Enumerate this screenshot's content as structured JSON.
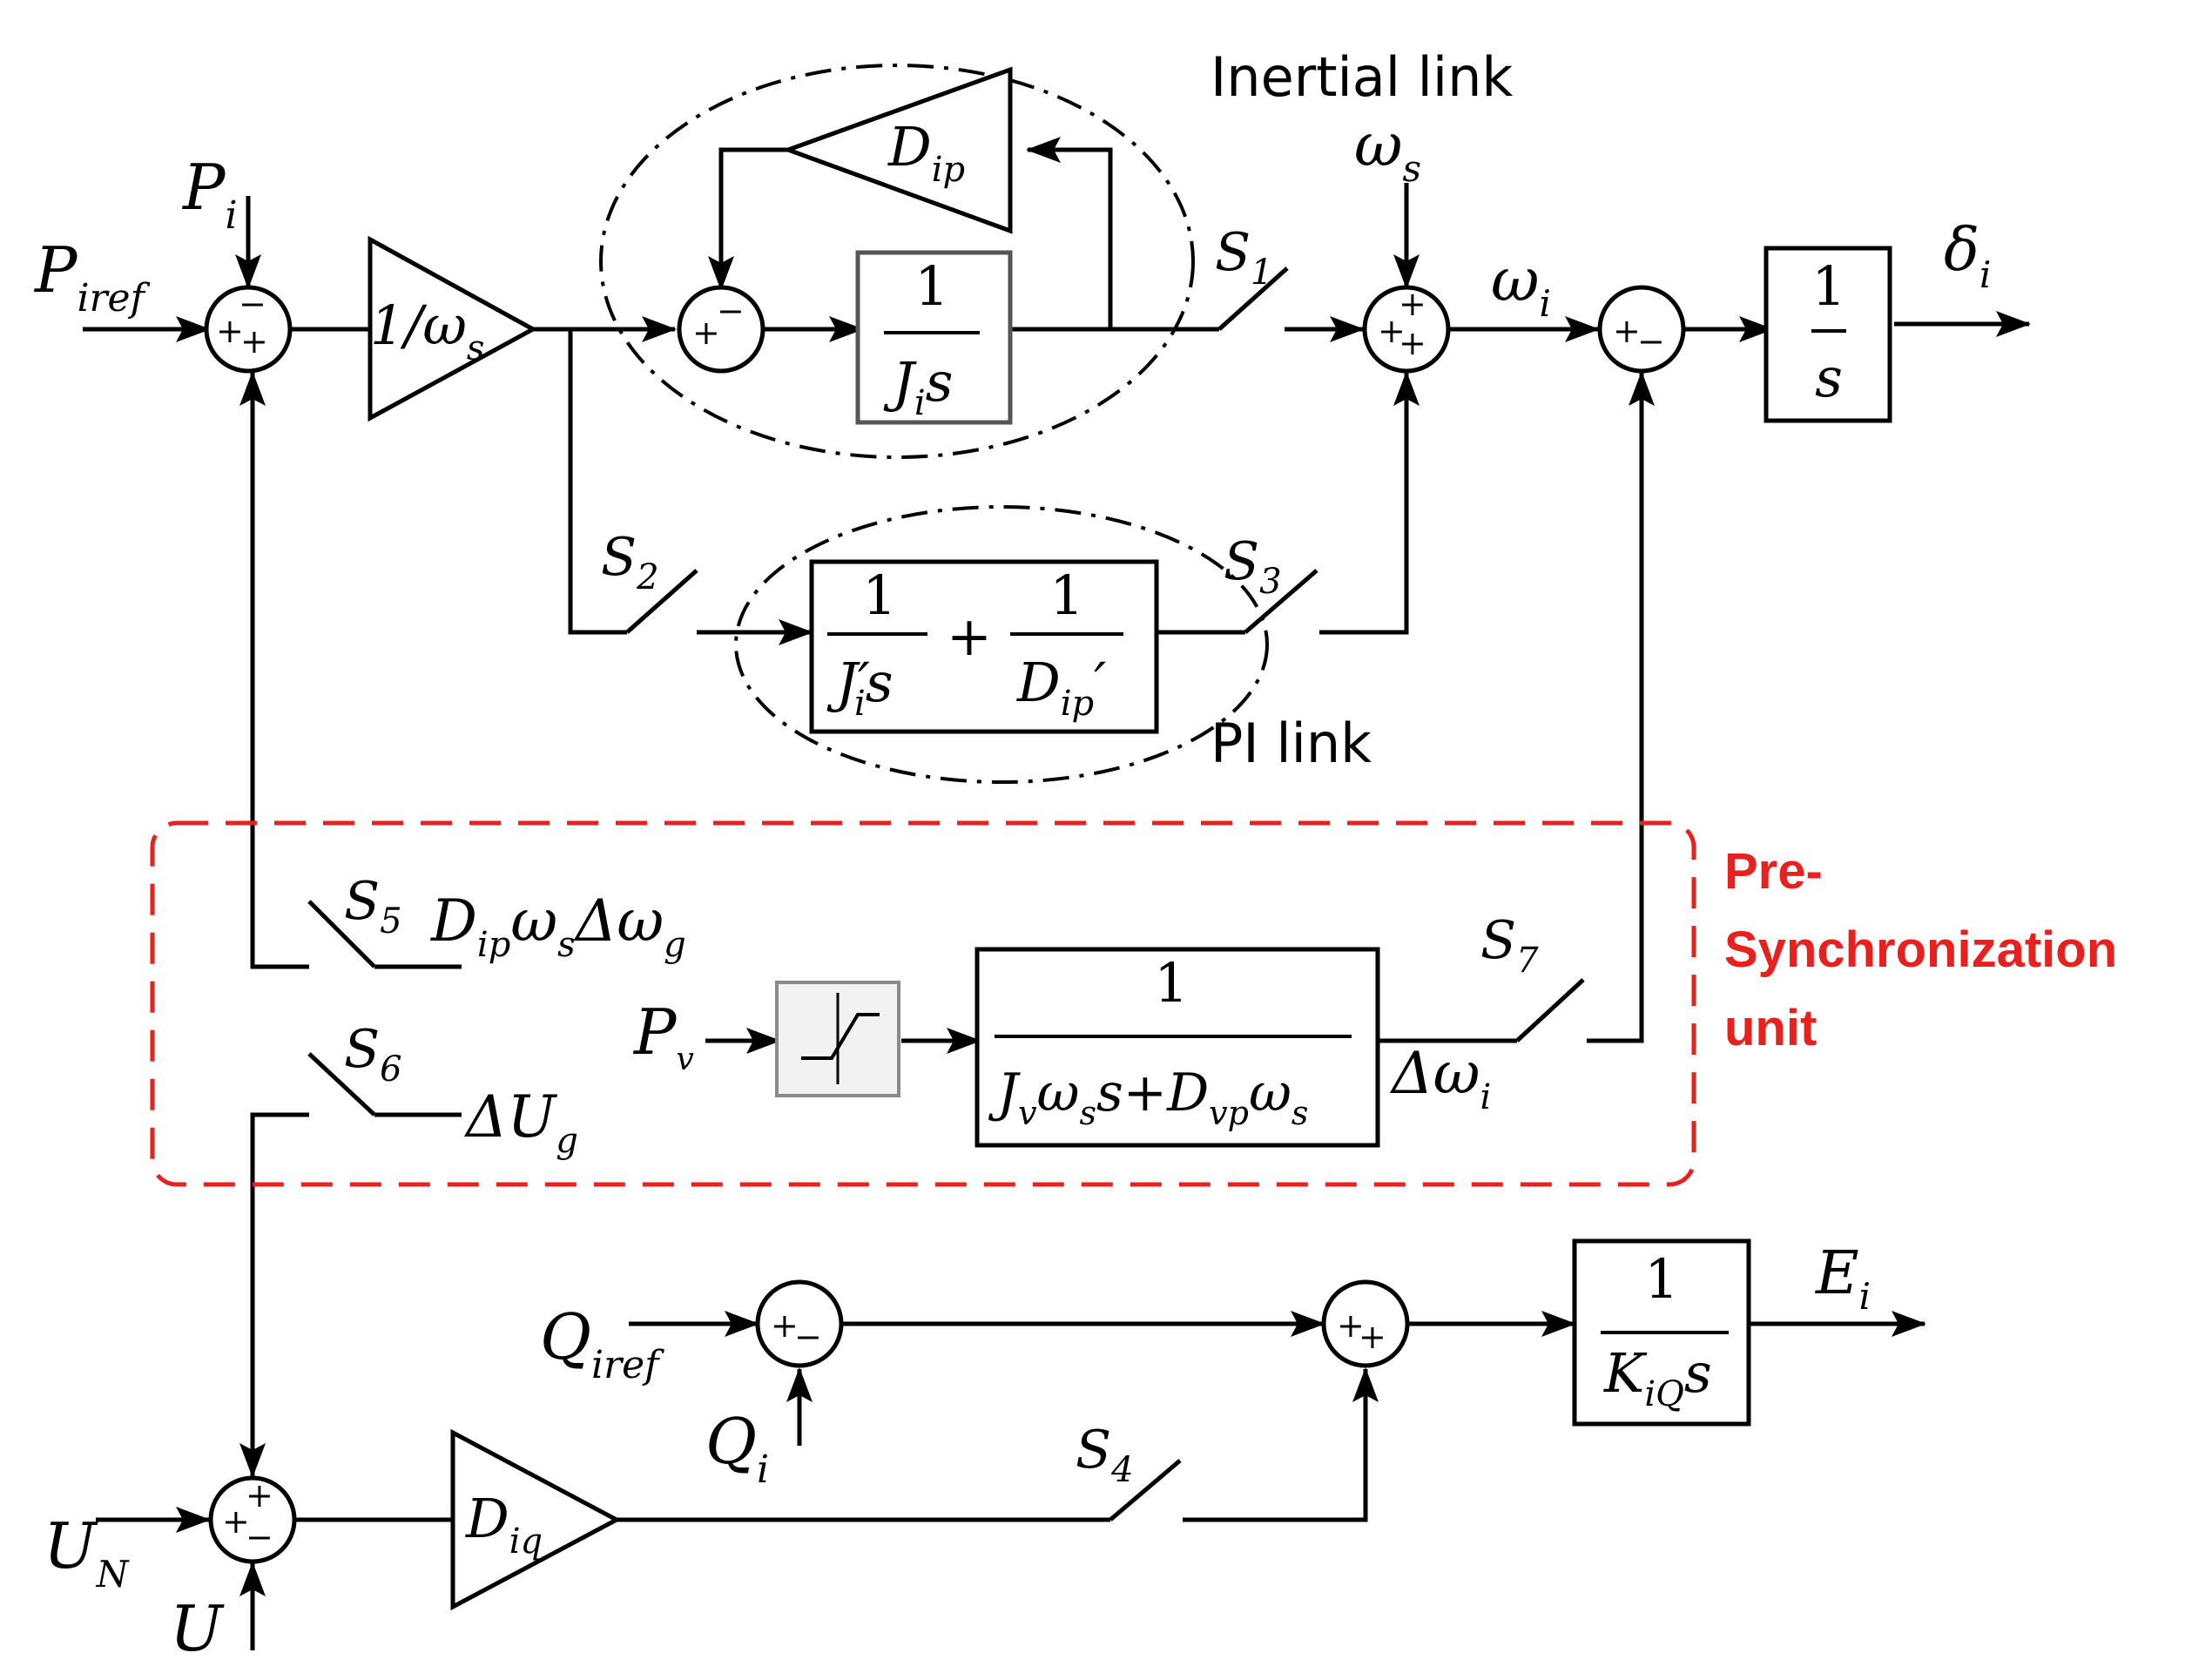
{
  "colors": {
    "line": "#000000",
    "accent": "#e8211f",
    "saturation_box": "#8a8a8a"
  },
  "icons": [
    "arrowhead-icon",
    "switch-icon",
    "saturation-icon",
    "summing-junction-icon",
    "gain-triangle-icon"
  ],
  "annotations": {
    "inertial_link": "Inertial link",
    "pi_link": "PI link",
    "pre_sync_line1": "Pre-",
    "pre_sync_line2": "Synchronization",
    "pre_sync_line3": "unit"
  },
  "signals": {
    "p_iref": {
      "base": "P",
      "sub": "iref"
    },
    "p_i": {
      "base": "P",
      "sub": "i"
    },
    "omega_s": {
      "base": "ω",
      "sub": "s"
    },
    "omega_i": {
      "base": "ω",
      "sub": "i"
    },
    "delta_i": {
      "base": "δ",
      "sub": "i"
    },
    "p_v": {
      "base": "P",
      "sub": "v"
    },
    "delta_omega_i": {
      "base": "Δω",
      "sub": "i"
    },
    "damping_signal": {
      "p1": "D",
      "p1s": "ip",
      "p2": "ω",
      "p2s": "s",
      "p3": "Δω",
      "p3s": "g"
    },
    "delta_u_g": {
      "base": "ΔU",
      "sub": "g"
    },
    "q_iref": {
      "base": "Q",
      "sub": "iref"
    },
    "q_i": {
      "base": "Q",
      "sub": "i"
    },
    "u_n": {
      "base": "U",
      "sub": "N"
    },
    "u": {
      "base": "U"
    },
    "e_i": {
      "base": "E",
      "sub": "i"
    }
  },
  "blocks": {
    "gain_inv_omega_s": {
      "prefix": "1/",
      "base": "ω",
      "sub": "s"
    },
    "gain_d_ip": {
      "base": "D",
      "sub": "ip"
    },
    "gain_d_iq": {
      "base": "D",
      "sub": "iq"
    },
    "inertia": {
      "num": "1",
      "den_base": "J",
      "den_sub": "i",
      "den_tail": "s"
    },
    "integrator_delta": {
      "num": "1",
      "den": "s"
    },
    "pi_link": {
      "num1": "1",
      "den1_base": "J′",
      "den1_sub": "i",
      "den1_tail": "s",
      "plus": "+",
      "num2": "1",
      "den2_base": "D",
      "den2_sub": "ip",
      "den2_tail": "′"
    },
    "pre_sync": {
      "num": "1",
      "d1": "J",
      "d1s": "v",
      "d2": "ω",
      "d2s": "s",
      "d3": "s",
      "plus": "+",
      "d4": "D",
      "d4s": "vp",
      "d5": "ω",
      "d5s": "s"
    },
    "integrator_e": {
      "num": "1",
      "den_base": "K",
      "den_sub": "iQ",
      "den_tail": "s"
    }
  },
  "switches": {
    "s1": {
      "base": "S",
      "sub": "1"
    },
    "s2": {
      "base": "S",
      "sub": "2"
    },
    "s3": {
      "base": "S",
      "sub": "3"
    },
    "s4": {
      "base": "S",
      "sub": "4"
    },
    "s5": {
      "base": "S",
      "sub": "5"
    },
    "s6": {
      "base": "S",
      "sub": "6"
    },
    "s7": {
      "base": "S",
      "sub": "7"
    }
  },
  "junction_signs": {
    "sum1": {
      "top": "−",
      "left": "+",
      "bottom": "+"
    },
    "sum2": {
      "left": "+",
      "top": "−"
    },
    "sum3": {
      "left": "+",
      "top": "+",
      "bottom": "+"
    },
    "sum4": {
      "left": "+",
      "bottom": "−"
    },
    "sum5": {
      "left": "+",
      "bottom": "−"
    },
    "sum6": {
      "left": "+",
      "bottom": "+"
    },
    "sum7": {
      "top": "+",
      "left": "+",
      "bottom": "−"
    }
  }
}
